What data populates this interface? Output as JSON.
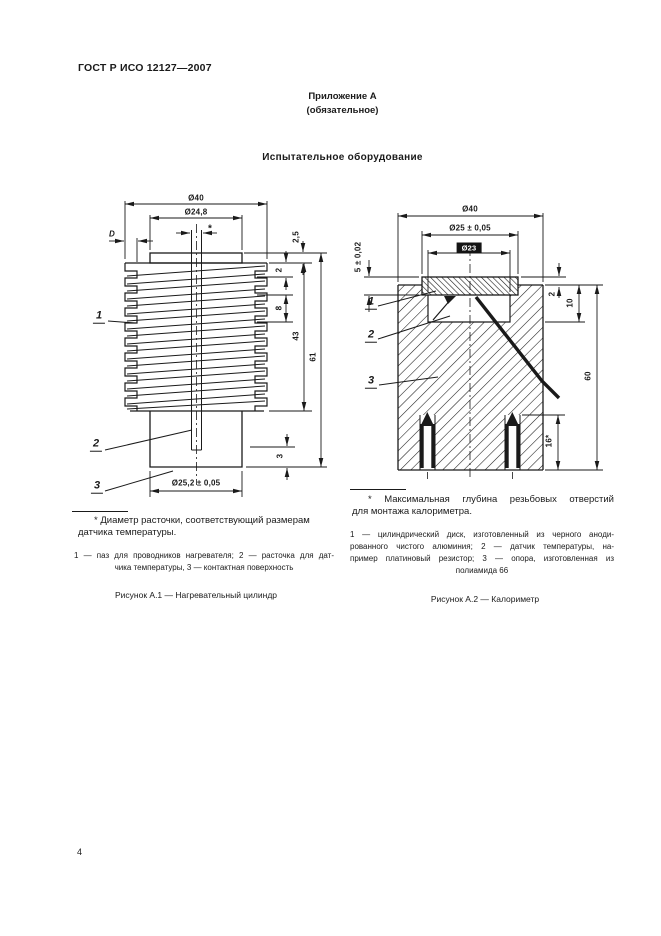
{
  "doc": {
    "standard": "ГОСТ Р ИСО 12127—2007",
    "appendix": "Приложение А",
    "appendix_type": "(обязательное)",
    "section_title": "Испытательное оборудование",
    "page_number": "4"
  },
  "figure_a1": {
    "caption": "Рисунок А.1 — Нагревательный цилиндр",
    "footnote": [
      "* Диаметр расточки, соответствующий размерам",
      "датчика температуры."
    ],
    "legend": [
      "1 — паз для проводников нагревателя; 2 — расточка для дат-",
      "чика температуры, 3 — контактная поверхность"
    ],
    "callouts": [
      "1",
      "2",
      "3"
    ],
    "dimensions": {
      "top_diameter": "Ø40",
      "cap_diameter": "Ø24,8",
      "groove_depth": "D",
      "bore_ref": "*",
      "cap_height": "2,5",
      "fin_thickness": "2",
      "fin_pitch": "8",
      "thread_length": "43",
      "total_height": "61",
      "bottom_step": "3",
      "bottom_diameter": "Ø25,2 ± 0,05"
    }
  },
  "figure_a2": {
    "caption": "Рисунок А.2 — Калориметр",
    "footnote": [
      "* Максимальная глубина резьбовых отверстий",
      "для монтажа калориметра."
    ],
    "legend": [
      "1 — цилиндрический диск, изготовленный из черного аноди-",
      "рованного чистого алюминия; 2 — датчик температуры, на-",
      "пример платиновый резистор; 3 — опора, изготовленная из",
      "полиамида 66"
    ],
    "callouts": [
      "1",
      "2",
      "3"
    ],
    "dimensions": {
      "outer_diameter": "Ø40",
      "disc_diameter": "Ø25 ± 0,05",
      "cavity_diameter": "Ø23",
      "disc_thickness": "5 ± 0,02",
      "protrusion": "2",
      "cavity_depth": "10",
      "total_height": "60",
      "hole_depth": "16*"
    }
  }
}
